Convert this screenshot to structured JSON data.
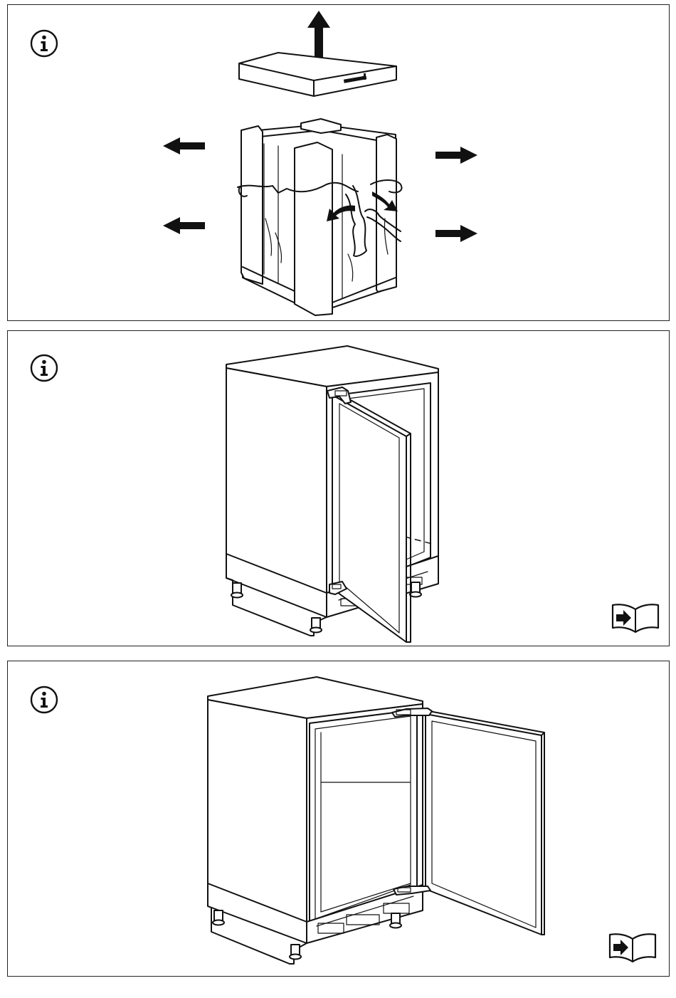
{
  "panels": [
    {
      "id": "unpacking",
      "icons": [
        "info-icon",
        "arrow-up-icon",
        "arrow-left-icon",
        "arrow-right-icon"
      ]
    },
    {
      "id": "door-closed-hinge-left",
      "icons": [
        "info-icon",
        "manual-reference-icon"
      ]
    },
    {
      "id": "door-open-hinge-right",
      "icons": [
        "info-icon",
        "manual-reference-icon"
      ]
    }
  ],
  "colors": {
    "line": "#111111",
    "background": "#ffffff"
  }
}
